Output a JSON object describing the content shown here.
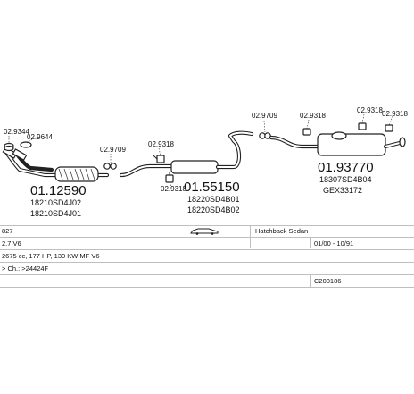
{
  "parts": [
    {
      "id": "p_gasket1",
      "label": "02.9344"
    },
    {
      "id": "p_gasket2",
      "label": "02.9644"
    },
    {
      "id": "p_front_pipe",
      "label": "01.12590",
      "codes": [
        "18210SD4J02",
        "18210SD4J01"
      ]
    },
    {
      "id": "p_gasket3",
      "label": "02.9709"
    },
    {
      "id": "p_hanger1",
      "label": "02.9318"
    },
    {
      "id": "p_hanger2",
      "label": "02.9318"
    },
    {
      "id": "p_center",
      "label": "01.55150",
      "codes": [
        "18220SD4B01",
        "18220SD4B02"
      ]
    },
    {
      "id": "p_gasket4",
      "label": "02.9709"
    },
    {
      "id": "p_hanger3",
      "label": "02.9318"
    },
    {
      "id": "p_hanger4",
      "label": "02.9318"
    },
    {
      "id": "p_hanger5",
      "label": "02.9318"
    },
    {
      "id": "p_rear",
      "label": "01.93770",
      "codes": [
        "18307SD4B04",
        "GEX33172"
      ]
    }
  ],
  "info": {
    "model": "827",
    "body_type": "Hatchback Sedan",
    "engine": "2.7 V6",
    "years": "01/00 - 10/91",
    "specs": "2675 cc, 177 HP, 130 KW MF V6",
    "chassis": "> Ch.: >24424F",
    "ref": "C200186"
  }
}
